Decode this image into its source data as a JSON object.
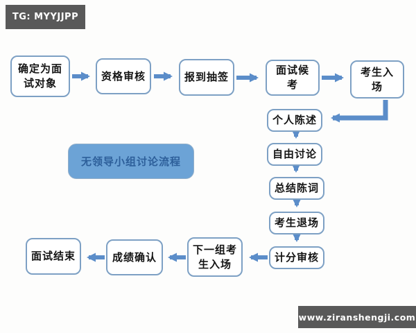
{
  "badges": {
    "top_left": "TG: MYYJJPP",
    "bottom_right": "www.ziranshengji.com"
  },
  "diagram": {
    "title": "无领导小组讨论流程",
    "nodes": [
      {
        "id": "confirm-interview-target",
        "label": "确定为面试对象"
      },
      {
        "id": "qualification-review",
        "label": "资格审核"
      },
      {
        "id": "check-in-draw-lots",
        "label": "报到抽签"
      },
      {
        "id": "interview-waiting",
        "label": "面试候考"
      },
      {
        "id": "candidates-enter",
        "label": "考生入场"
      },
      {
        "id": "personal-statement",
        "label": "个人陈述"
      },
      {
        "id": "free-discussion",
        "label": "自由讨论"
      },
      {
        "id": "closing-statement",
        "label": "总结陈词"
      },
      {
        "id": "candidates-exit",
        "label": "考生退场"
      },
      {
        "id": "score-review",
        "label": "计分审核"
      },
      {
        "id": "next-group-enters",
        "label": "下一组考生入场"
      },
      {
        "id": "score-confirmation",
        "label": "成绩确认"
      },
      {
        "id": "interview-end",
        "label": "面试结束"
      }
    ],
    "edges": [
      {
        "from": "confirm-interview-target",
        "to": "qualification-review"
      },
      {
        "from": "qualification-review",
        "to": "check-in-draw-lots"
      },
      {
        "from": "check-in-draw-lots",
        "to": "interview-waiting"
      },
      {
        "from": "interview-waiting",
        "to": "candidates-enter"
      },
      {
        "from": "candidates-enter",
        "to": "personal-statement"
      },
      {
        "from": "personal-statement",
        "to": "free-discussion"
      },
      {
        "from": "free-discussion",
        "to": "closing-statement"
      },
      {
        "from": "closing-statement",
        "to": "candidates-exit"
      },
      {
        "from": "candidates-exit",
        "to": "score-review"
      },
      {
        "from": "score-review",
        "to": "next-group-enters"
      },
      {
        "from": "next-group-enters",
        "to": "score-confirmation"
      },
      {
        "from": "score-confirmation",
        "to": "interview-end"
      }
    ],
    "colors": {
      "arrow": "#5b8dc9",
      "box_border": "#7da0c4",
      "title_fill": "#6ca3d6",
      "title_text": "#2d5f9a",
      "badge_background": "#595959"
    }
  }
}
